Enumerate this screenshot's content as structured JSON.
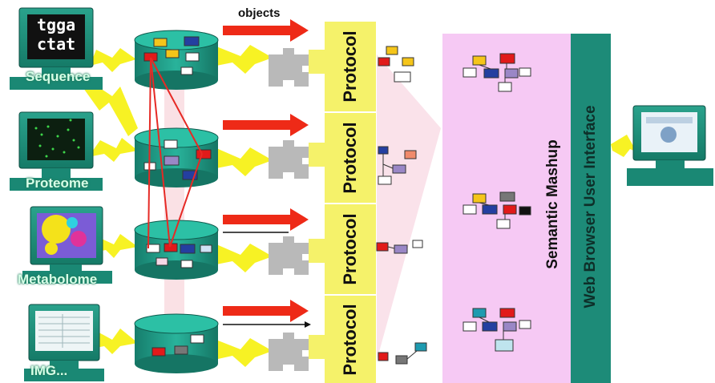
{
  "labels": {
    "objects": "objects",
    "protocol": "Protocol",
    "semantic_mashup": "Semantic Mashup",
    "web_browser_ui": "Web Browser User Interface"
  },
  "sources": [
    {
      "name": "Sequence",
      "screen_text": [
        "tgga",
        "ctat"
      ]
    },
    {
      "name": "Proteome"
    },
    {
      "name": "Metabolome"
    },
    {
      "name": "IMG..."
    }
  ],
  "colors": {
    "arrow": "#ee2a17",
    "lightning": "#f7f224",
    "cylinder": "#1e9b86",
    "protocol_band": "#f5f26a",
    "mashup_band": "#f6c9f4",
    "browser_band": "#1d8b78",
    "puzzle": "#b7b7b7"
  },
  "icons": [
    "computer-icon",
    "database-icon",
    "puzzle-piece-icon",
    "lightning-icon",
    "arrow-icon"
  ]
}
